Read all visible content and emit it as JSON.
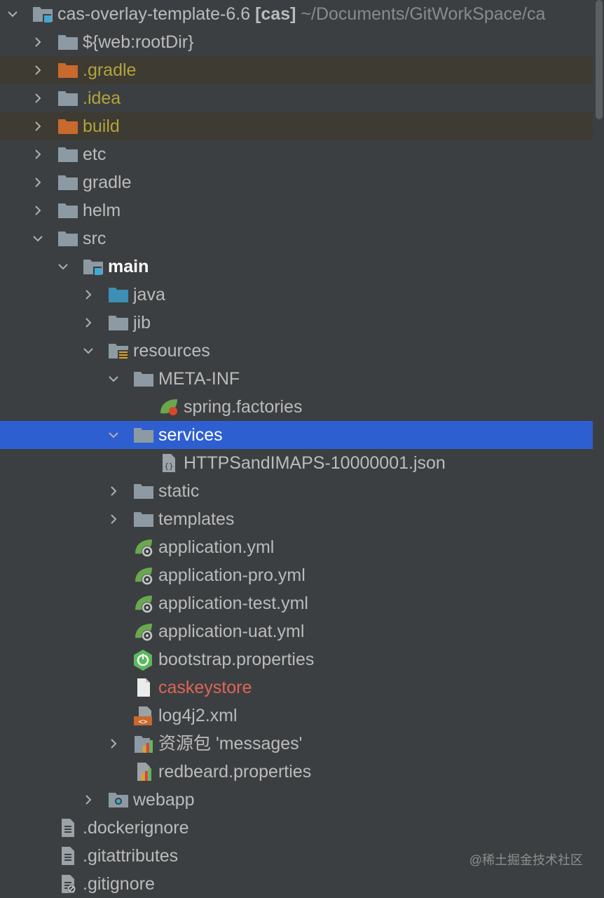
{
  "project": {
    "name": "cas-overlay-template-6.6",
    "module": "[cas]",
    "path": "~/Documents/GitWorkSpace/ca"
  },
  "tree": {
    "root_dir": "${web:rootDir}",
    "gradle_hidden": ".gradle",
    "idea": ".idea",
    "build": "build",
    "etc": "etc",
    "gradle": "gradle",
    "helm": "helm",
    "src": "src",
    "main": "main",
    "java": "java",
    "jib": "jib",
    "resources": "resources",
    "meta_inf": "META-INF",
    "spring_factories": "spring.factories",
    "services": "services",
    "service_json": "HTTPSandIMAPS-10000001.json",
    "static": "static",
    "templates": "templates",
    "application_yml": "application.yml",
    "application_pro": "application-pro.yml",
    "application_test": "application-test.yml",
    "application_uat": "application-uat.yml",
    "bootstrap": "bootstrap.properties",
    "caskeystore": "caskeystore",
    "log4j2": "log4j2.xml",
    "bundle": "资源包 'messages'",
    "redbeard": "redbeard.properties",
    "webapp": "webapp",
    "dockerignore": ".dockerignore",
    "gitattributes": ".gitattributes",
    "gitignore": ".gitignore"
  },
  "watermark": "@稀土掘金技术社区",
  "colors": {
    "background": "#3c3f41",
    "selection": "#2e5fd1",
    "excluded_text": "#b3a33c",
    "excluded_folder": "#c8692d",
    "folder": "#8d9aa3",
    "source_folder": "#3d8fb5",
    "untracked": "#dd6655",
    "spring_green": "#6aa84f"
  }
}
